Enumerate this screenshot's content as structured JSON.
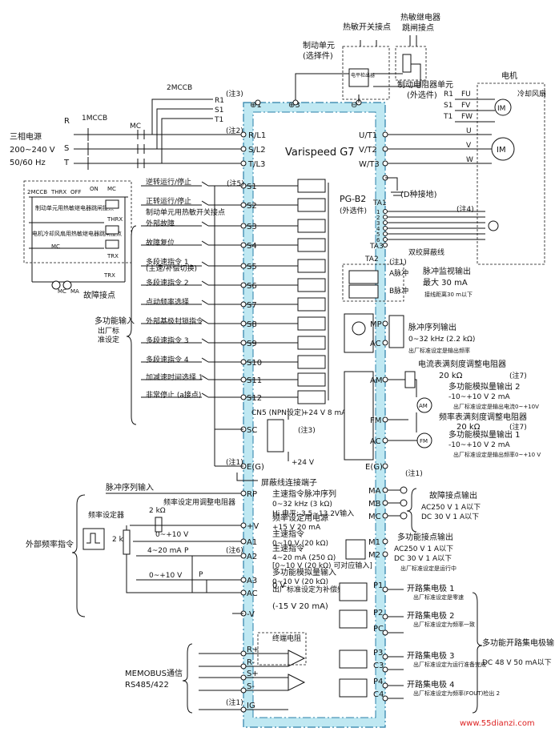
{
  "inverter": {
    "model": "Varispeed G7"
  },
  "power": {
    "title": "三相电源",
    "voltage": "200~240 V",
    "freq": "50/60 Hz",
    "lines": [
      "R",
      "S",
      "T"
    ],
    "breaker1": "1MCCB",
    "breaker2": "2MCCB",
    "contactor": "MC",
    "fan_taps": [
      "R1",
      "S1",
      "T1"
    ]
  },
  "notes": {
    "n1": "(注1)",
    "n2": "(注2)",
    "n3": "(注3)",
    "n4": "(注4)",
    "n5": "(注5)",
    "n6": "(注6)",
    "n7": "(注7)"
  },
  "terminals_left": [
    "R/L1",
    "S/L2",
    "T/L3"
  ],
  "terminals_top": [
    "⊕1",
    "⊕3",
    "⊖"
  ],
  "terminals_out": [
    "U/T1",
    "V/T2",
    "W/T3"
  ],
  "ground_label": "(D种接地)",
  "braking": {
    "unit": "制动单元",
    "unit_opt": "(选择件)",
    "thermal_contact": "热敏开关接点",
    "thermal_relay": "热敏继电器",
    "trip_contact": "跳闸接点",
    "resistor_unit": "制动电阻器单元",
    "resistor_opt": "(外选件)",
    "detect": "电平检出器"
  },
  "motor": {
    "title": "电机",
    "fan": "冷却风扇",
    "fan_terms": [
      "FU",
      "FV",
      "FW"
    ],
    "motor_terms": [
      "U",
      "V",
      "W"
    ],
    "im": "IM"
  },
  "seq_circuit": {
    "labels": [
      "2MCCB",
      "THRX",
      "OFF",
      "ON",
      "MC",
      "SA",
      "制动单元用热敏继电器跳闸接点",
      "THRX",
      "SA",
      "电机冷却风扇用热敏继电器跳闸接点",
      "MC",
      "SA",
      "TRX",
      "TRX",
      "MC",
      "MA",
      "故障接点"
    ]
  },
  "digital_inputs": [
    {
      "label": "逆转运行/停止",
      "term": "S1"
    },
    {
      "label": "正转运行/停止",
      "term": "S2"
    },
    {
      "label": "制动单元用热敏开关接点",
      "term": ""
    },
    {
      "label": "外部故障",
      "term": "S3"
    },
    {
      "label": "故障复位",
      "term": "S4"
    },
    {
      "label": "多段速指令 1",
      "term": "S5"
    },
    {
      "label": "(主速/补偿切换)",
      "term": ""
    },
    {
      "label": "多段速指令 2",
      "term": "S6"
    },
    {
      "label": "点动频率选择",
      "term": "S7"
    },
    {
      "label": "外部基极封锁指令",
      "term": "S8"
    },
    {
      "label": "多段速指令 3",
      "term": "S9"
    },
    {
      "label": "多段速指令 4",
      "term": "S10"
    },
    {
      "label": "加减速时间选择 1",
      "term": "S11"
    },
    {
      "label": "非常停止 (a接点)",
      "term": "S12"
    }
  ],
  "multi_input": {
    "title": "多功能输入",
    "sub1": "出厂标",
    "sub2": "准设定"
  },
  "sc": {
    "term": "SC",
    "cn5": "CN5 (NPN设定)",
    "plus24": "+24 V 8 mA",
    "plus24b": "+24 V"
  },
  "shield": {
    "eg": "E(G)",
    "label": "屏蔽线连接端子"
  },
  "pulse_train_in": {
    "title": "脉冲序列输入",
    "term": "RP",
    "main": "主速指令脉冲序列",
    "spec1": "0~32 kHz (3 kΩ)",
    "spec2": "Hi 电平: 3.5~13.2V输入"
  },
  "ext_freq": {
    "title": "外部频率指令",
    "setter": "频率设定器",
    "adj": "频率设定用调整电阻器",
    "pot1": "2 kΩ",
    "pot2": "2 kΩ",
    "range1": "0~+10 V",
    "range2": "4~20 mA",
    "range3": "0~+10 V",
    "p": "P"
  },
  "analog_in": [
    {
      "term": "+V",
      "title": "频率设定用电源",
      "spec": "+15 V 20 mA"
    },
    {
      "term": "A1",
      "title": "主速指令",
      "spec": "0~10 V (20 kΩ)"
    },
    {
      "term": "A2",
      "title": "主速指令",
      "spec": "4~20 mA (250 Ω)",
      "spec2": "[0~10 V (20 kΩ) 可对应输入]"
    },
    {
      "term": "A3",
      "title": "多功能模拟量输入",
      "spec": "0~10 V (20 kΩ)",
      "spec2": "出厂标准设定为补偿频率指令"
    },
    {
      "term": "AC",
      "title": "0 V",
      "spec": ""
    },
    {
      "term": "-V",
      "title": "(-15 V 20 mA)",
      "spec": ""
    }
  ],
  "pg_b2": {
    "title": "PG-B2",
    "opt": "(外选件)",
    "ta1": "TA1",
    "ta2": "TA2",
    "ta3": "TA3",
    "pins": [
      "1",
      "2",
      "3",
      "4",
      "5",
      "6"
    ]
  },
  "pulse_monitor": {
    "shield": "双绞屏蔽线",
    "title": "脉冲监视输出",
    "max": "最大 30 mA",
    "a": "A脉冲",
    "b": "B脉冲",
    "dist": "接线距离30 m以下"
  },
  "pulse_out": {
    "term1": "MP",
    "term2": "AC",
    "title": "脉冲序列输出",
    "spec": "0~32 kHz (2.2 kΩ)",
    "default": "出厂标准设定是输出频率"
  },
  "analog_out": {
    "am": "AM",
    "fm": "FM",
    "ac": "AC",
    "adj1": "电流表满刻度调整电阻器",
    "res1": "20 kΩ",
    "out2_title": "多功能模拟量输出 2",
    "out2_spec": "-10~+10 V 2 mA",
    "out2_def": "出厂标准设定是输出电流0~+10V",
    "adj2": "频率表满刻度调整电阻器",
    "res2": "20 kΩ",
    "out1_title": "多功能模拟量输出 1",
    "out1_spec": "-10~+10 V 2 mA",
    "out1_def": "出厂标准设定是输出频率0~+10 V",
    "meter_am": "AM",
    "meter_fm": "FM"
  },
  "fault_out": {
    "terms": [
      "MA",
      "MB",
      "MC"
    ],
    "title": "故障接点输出",
    "spec1": "AC250 V 1 A以下",
    "spec2": "DC 30 V 1 A以下"
  },
  "relay_out": {
    "terms": [
      "M1",
      "M2"
    ],
    "title": "多功能接点输出",
    "spec1": "AC250 V 1 A以下",
    "spec2": "DC 30 V 1 A以下",
    "default": "出厂标准设定是运行中"
  },
  "oc_outputs": [
    {
      "term": "P1",
      "label": "开路集电极 1",
      "def": "出厂标准设定是零速"
    },
    {
      "term": "P2",
      "label": "开路集电极 2",
      "def": "出厂标准设定为频率一致"
    },
    {
      "term": "PC",
      "label": "",
      "def": ""
    },
    {
      "term": "P3",
      "label": "开路集电极 3",
      "def": "出厂标准设定为运行准备完成"
    },
    {
      "term": "C3",
      "label": "",
      "def": ""
    },
    {
      "term": "P4",
      "label": "开路集电极 4",
      "def": "出厂标准设定为频率(FOUT)检出 2"
    },
    {
      "term": "C4",
      "label": "",
      "def": ""
    }
  ],
  "oc_group": {
    "title": "多功能开路集电极输出",
    "spec": "DC 48 V 50 mA以下"
  },
  "memobus": {
    "title": "MEMOBUS通信",
    "sub": "RS485/422",
    "terms": [
      "R+",
      "R-",
      "S+",
      "S-",
      "IG"
    ],
    "term_res": "终端电阻"
  },
  "watermark": "www.55dianzi.com"
}
